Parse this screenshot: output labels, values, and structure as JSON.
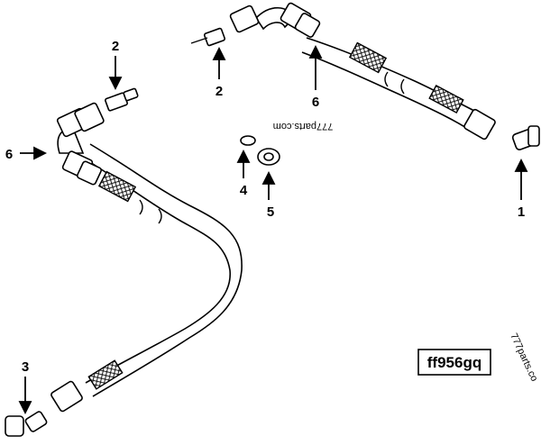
{
  "diagram": {
    "callouts": {
      "c2_left": "2",
      "c6_left": "6",
      "c2_right": "2",
      "c6_right": "6",
      "c4": "4",
      "c5": "5",
      "c1": "1",
      "c3": "3"
    },
    "watermark_main": "777parts.com",
    "watermark_edge": "777parts.co",
    "part_code": "ff956gq"
  }
}
